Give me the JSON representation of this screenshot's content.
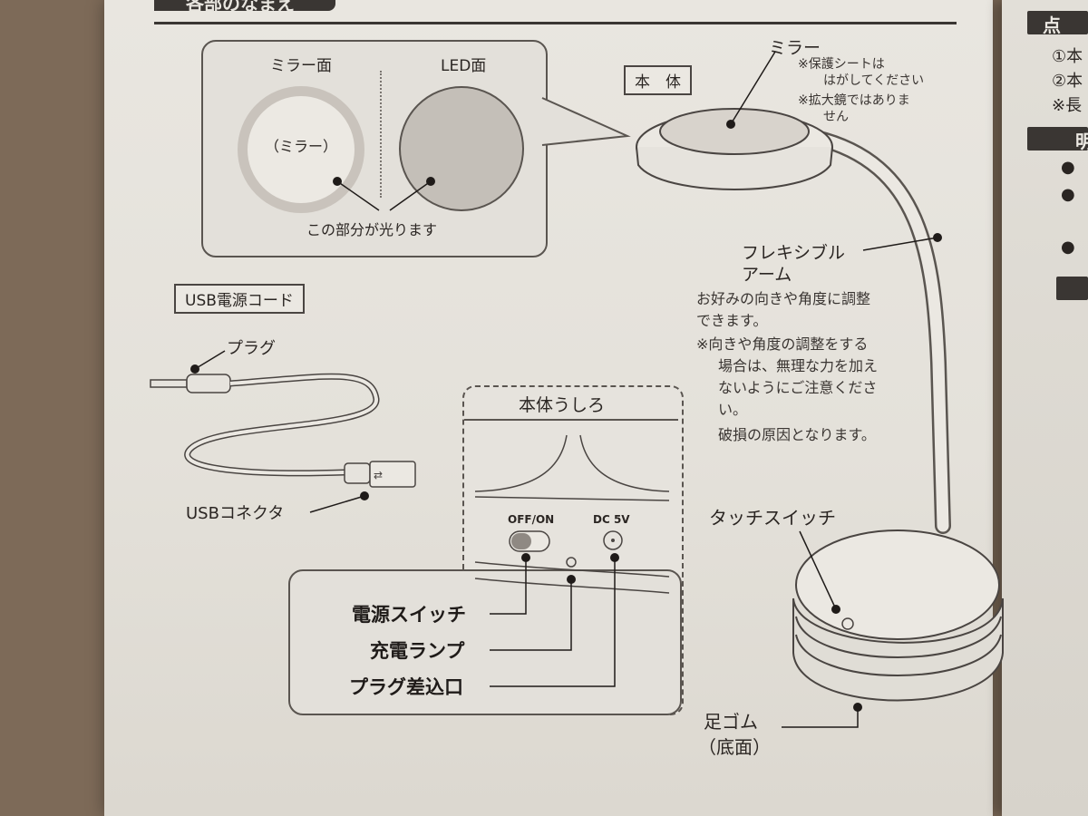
{
  "header": {
    "title": "各部のなまえ"
  },
  "panel": {
    "mirror_side_label": "ミラー面",
    "led_side_label": "LED面",
    "mirror_center": "（ミラー）",
    "glow_note": "この部分が光ります"
  },
  "body_label": "本　体",
  "mirror": {
    "label": "ミラー",
    "note1_line1": "※保護シートは",
    "note1_line2": "はがしてください",
    "note2_line1": "※拡大鏡ではありま",
    "note2_line2": "せん"
  },
  "arm": {
    "label_line1": "フレキシブル",
    "label_line2": "アーム",
    "desc_line1": "お好みの向きや角度に調整",
    "desc_line2": "できます。",
    "warn_line1": "※向きや角度の調整をする",
    "warn_line2": "場合は、無理な力を加え",
    "warn_line3": "ないようにご注意くださ",
    "warn_line4": "い。",
    "warn_line5": "破損の原因となります。"
  },
  "usb": {
    "title": "USB電源コード",
    "plug_label": "プラグ",
    "connector_label": "USBコネクタ"
  },
  "back": {
    "title": "本体うしろ",
    "switch_text": "OFF/ON",
    "dc_text": "DC 5V",
    "power_switch": "電源スイッチ",
    "charge_lamp": "充電ランプ",
    "plug_port": "プラグ差込口"
  },
  "touch_switch": "タッチスイッチ",
  "foot": {
    "line1": "足ゴム",
    "line2": "（底面）"
  },
  "side_page": {
    "head1": "点",
    "item1": "①本",
    "item2": "②本",
    "item3": "※長",
    "head2": "明",
    "bullet": "●"
  },
  "colors": {
    "paper": "#e6e3dd",
    "ink": "#2b2623",
    "led_fill": "#c4bfb8"
  }
}
